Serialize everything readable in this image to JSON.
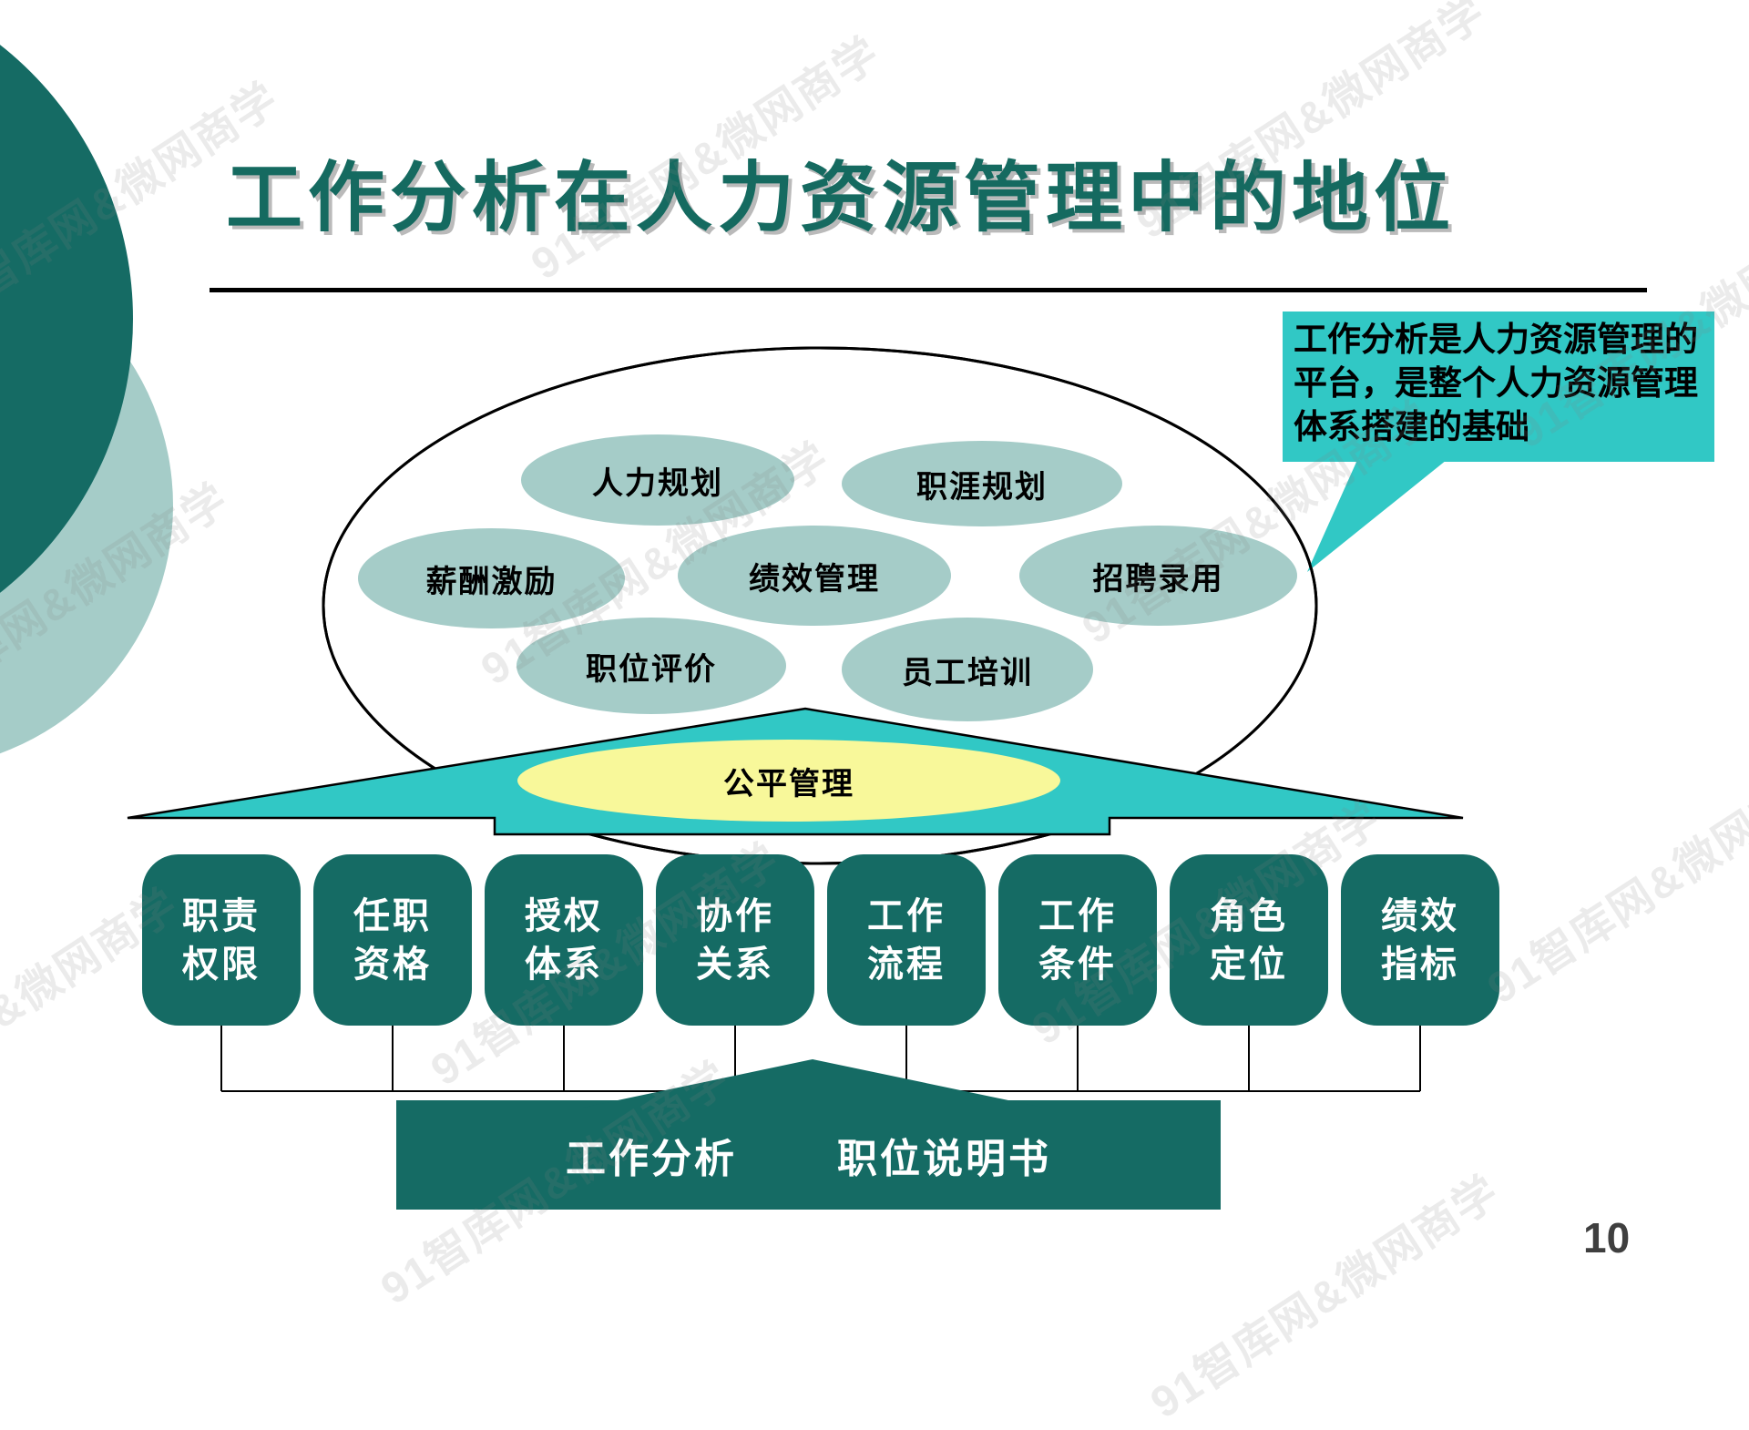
{
  "slide": {
    "title": "工作分析在人力资源管理中的地位",
    "page_number": "10",
    "watermark": "91智库网&微网商学",
    "callout": {
      "text": "工作分析是人力资源管理的平台，是整个人力资源管理体系搭建的基础"
    },
    "hr_functions": [
      {
        "label": "人力规划"
      },
      {
        "label": "职涯规划"
      },
      {
        "label": "薪酬激励"
      },
      {
        "label": "绩效管理"
      },
      {
        "label": "招聘录用"
      },
      {
        "label": "职位评价"
      },
      {
        "label": "员工培训"
      }
    ],
    "fair_management": "公平管理",
    "job_elements": [
      {
        "line1": "职责",
        "line2": "权限"
      },
      {
        "line1": "任职",
        "line2": "资格"
      },
      {
        "line1": "授权",
        "line2": "体系"
      },
      {
        "line1": "协作",
        "line2": "关系"
      },
      {
        "line1": "工作",
        "line2": "流程"
      },
      {
        "line1": "工作",
        "line2": "条件"
      },
      {
        "line1": "角色",
        "line2": "定位"
      },
      {
        "line1": "绩效",
        "line2": "指标"
      }
    ],
    "outputs": {
      "left": "工作分析",
      "right": "职位说明书"
    },
    "colors": {
      "dark_teal": "#156B64",
      "cyan": "#31C8C5",
      "light_teal": "#A5CCC8",
      "yellow": "#F8F89A",
      "title_teal": "#156A60",
      "page_number_gray": "#3F3F3F"
    }
  }
}
